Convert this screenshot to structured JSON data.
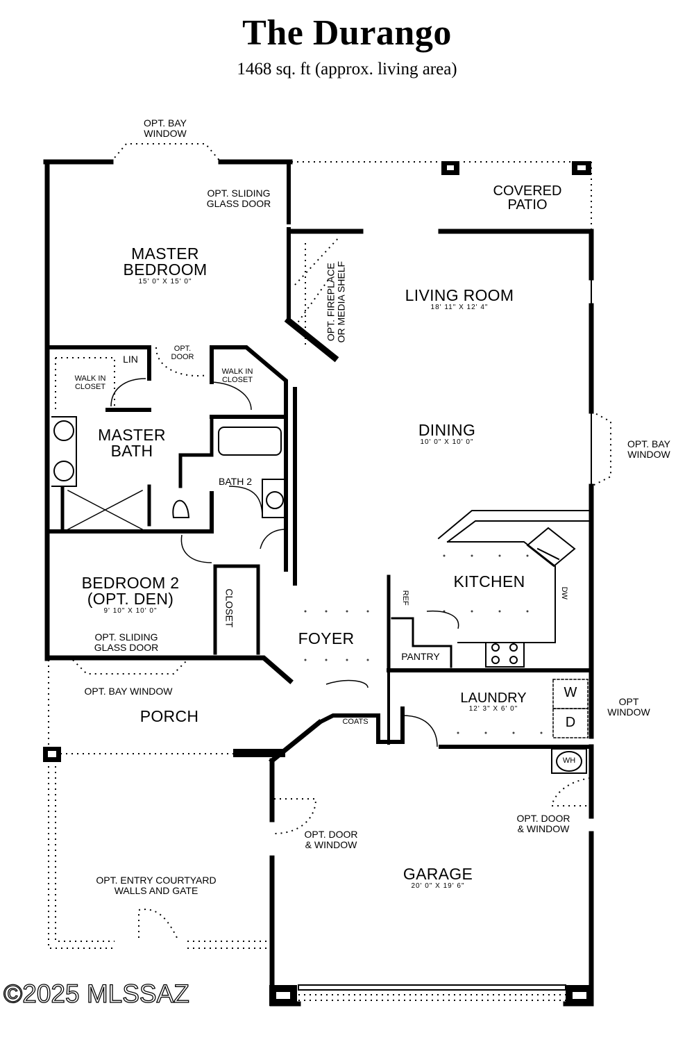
{
  "header": {
    "title": "The Durango",
    "subtitle": "1468 sq. ft (approx. living area)"
  },
  "rooms": {
    "master_bedroom": {
      "name_line1": "MASTER",
      "name_line2": "BEDROOM",
      "dimensions": "15' 0\" X 15' 0\""
    },
    "living_room": {
      "name": "LIVING ROOM",
      "dimensions": "18' 11\" X 12' 4\""
    },
    "dining": {
      "name": "DINING",
      "dimensions": "10' 0\" X 10' 0\""
    },
    "kitchen": {
      "name": "KITCHEN"
    },
    "master_bath": {
      "name_line1": "MASTER",
      "name_line2": "BATH"
    },
    "bath2": {
      "name": "BATH 2"
    },
    "bedroom2": {
      "name_line1": "BEDROOM 2",
      "name_line2": "(OPT. DEN)",
      "dimensions": "9' 10\" X 10' 0\""
    },
    "foyer": {
      "name": "FOYER"
    },
    "laundry": {
      "name": "LAUNDRY",
      "dimensions": "12' 3\" X 6' 0\""
    },
    "porch": {
      "name": "PORCH"
    },
    "garage": {
      "name": "GARAGE",
      "dimensions": "20' 0\" X 19' 6\""
    },
    "covered_patio": {
      "name_line1": "COVERED",
      "name_line2": "PATIO"
    },
    "pantry": {
      "name": "PANTRY"
    },
    "coats": {
      "name": "COATS"
    },
    "lin": {
      "name": "LIN"
    },
    "closet": {
      "name": "CLOSET"
    },
    "walk_in_closet_left": {
      "line1": "WALK IN",
      "line2": "CLOSET"
    },
    "walk_in_closet_right": {
      "line1": "WALK IN",
      "line2": "CLOSET"
    }
  },
  "notes": {
    "bay_window_master": {
      "line1": "OPT. BAY",
      "line2": "WINDOW"
    },
    "sliding_door_master": {
      "line1": "OPT. SLIDING",
      "line2": "GLASS DOOR"
    },
    "fireplace": {
      "line1": "OPT. FIREPLACE",
      "line2": "OR MEDIA SHELF"
    },
    "opt_door_closet": {
      "line1": "OPT.",
      "line2": "DOOR"
    },
    "bay_window_dining": {
      "line1": "OPT. BAY",
      "line2": "WINDOW"
    },
    "sliding_door_bed2": {
      "line1": "OPT. SLIDING",
      "line2": "GLASS DOOR"
    },
    "bay_window_porch": "OPT. BAY WINDOW",
    "laundry_window": {
      "line1": "OPT",
      "line2": "WINDOW"
    },
    "garage_door_window_left": {
      "line1": "OPT. DOOR",
      "line2": "& WINDOW"
    },
    "garage_door_window_right": {
      "line1": "OPT. DOOR",
      "line2": "& WINDOW"
    },
    "courtyard": {
      "line1": "OPT. ENTRY COURTYARD",
      "line2": "WALLS AND GATE"
    }
  },
  "fixtures": {
    "washer": "W",
    "dryer": "D",
    "water_heater": "WH",
    "dishwasher": "DW",
    "refrigerator": "REF"
  },
  "footer": {
    "copyright": "©2025 MLSSAZ"
  }
}
